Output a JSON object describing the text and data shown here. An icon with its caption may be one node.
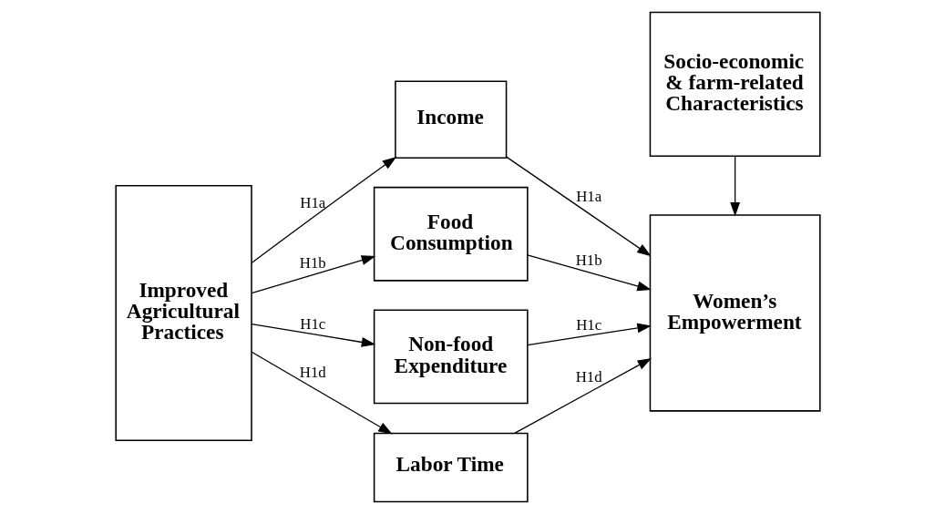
{
  "diagram": {
    "nodes": [
      {
        "text": [
          "Improved Agricultural Practices"
        ]
      },
      {
        "text": [
          "Income"
        ]
      },
      {
        "text": [
          "Food Consumption"
        ]
      },
      {
        "text": [
          "Non-food Expenditure"
        ]
      },
      {
        "text": [
          "Labor Time"
        ]
      },
      {
        "text": [
          "Women’s Empowerment"
        ]
      },
      {
        "text": [
          "Socio-economic & farm-related Characteristics"
        ]
      }
    ],
    "edges": [
      {
        "from": 0,
        "to": 1,
        "arrow": "to",
        "label": "H1a"
      },
      {
        "from": 1,
        "to": 5,
        "arrow": "to",
        "label": "H1a"
      },
      {
        "from": 0,
        "to": 2,
        "arrow": "to",
        "label": "H1b"
      },
      {
        "from": 2,
        "to": 5,
        "arrow": "to",
        "label": "H1b"
      },
      {
        "from": 0,
        "to": 3,
        "arrow": "to",
        "label": "H1c"
      },
      {
        "from": 3,
        "to": 5,
        "arrow": "to",
        "label": "H1c"
      },
      {
        "from": 0,
        "to": 4,
        "arrow": "to",
        "label": "H1d"
      },
      {
        "from": 4,
        "to": 5,
        "arrow": "to",
        "label": "H1d"
      },
      {
        "from": 6,
        "to": 5,
        "arrow": "to"
      }
    ]
  }
}
